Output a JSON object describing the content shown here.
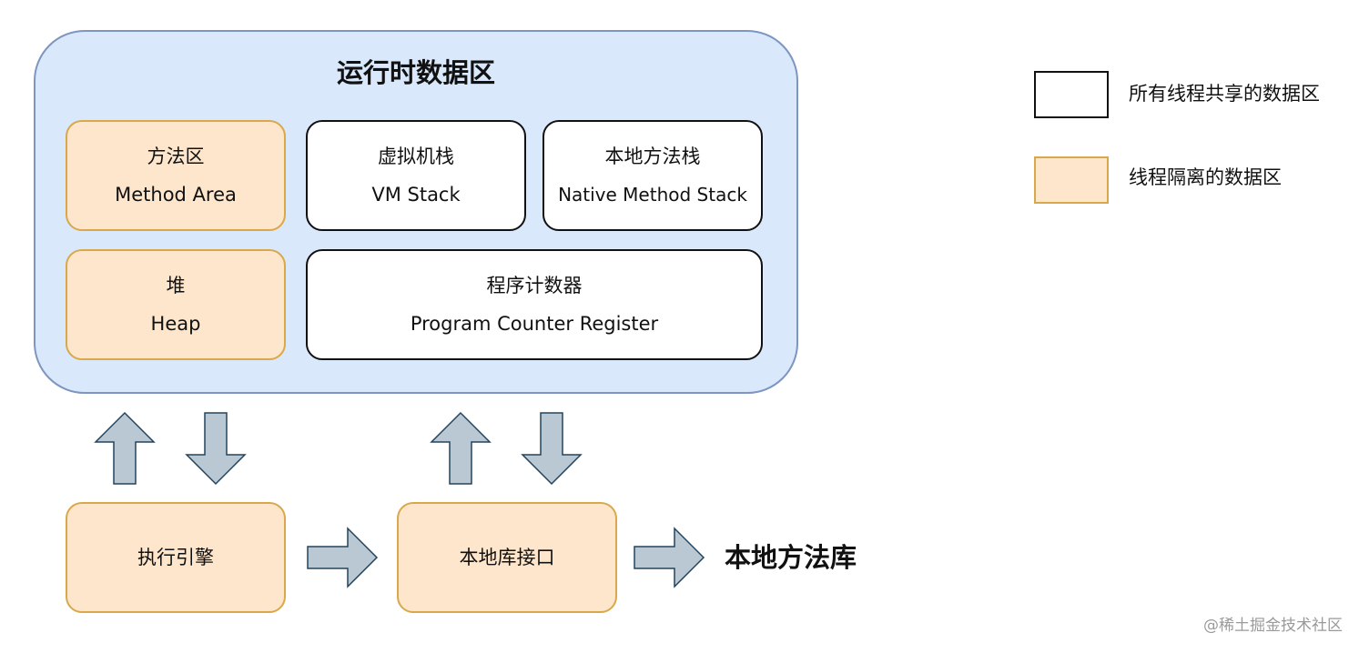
{
  "runtime_area": {
    "title": "运行时数据区",
    "method_area": {
      "zh": "方法区",
      "en": "Method Area"
    },
    "vm_stack": {
      "zh": "虚拟机栈",
      "en": "VM Stack"
    },
    "native_method_stack": {
      "zh": "本地方法栈",
      "en": "Native Method Stack"
    },
    "heap": {
      "zh": "堆",
      "en": "Heap"
    },
    "program_counter": {
      "zh": "程序计数器",
      "en": "Program Counter Register"
    }
  },
  "execution_engine": "执行引擎",
  "native_interface": "本地库接口",
  "native_library": "本地方法库",
  "legend": {
    "shared": "所有线程共享的数据区",
    "isolated": "线程隔离的数据区"
  },
  "watermark": "@稀土掘金技术社区",
  "colors": {
    "runtime_fill": "#dae8fc",
    "runtime_border": "#7d95c0",
    "orange_fill": "#fde6cc",
    "orange_border": "#d9a84a",
    "arrow_fill": "#bac8d3",
    "arrow_stroke": "#23445d"
  }
}
